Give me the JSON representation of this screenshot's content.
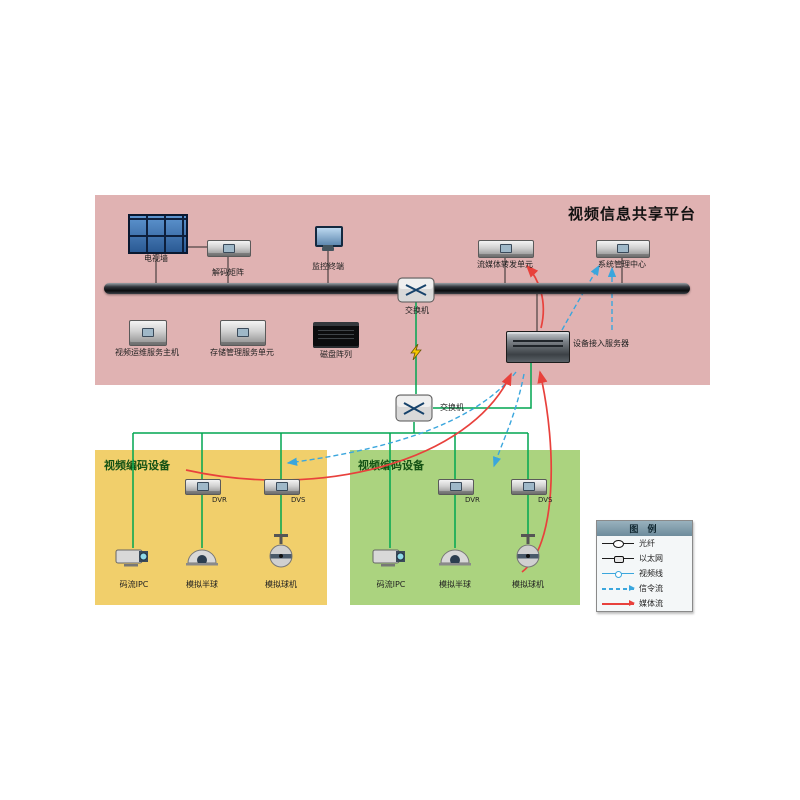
{
  "platform": {
    "title": "视频信息共享平台",
    "tv_wall": "电视墙",
    "decoder_matrix": "解码矩阵",
    "monitor_terminal": "监控终端",
    "stream_forward_unit": "流媒体转发单元",
    "system_mgmt_center": "系统管理中心",
    "switch_top": "交换机",
    "video_ops_host": "视频运维服务主机",
    "storage_mgmt_unit": "存储管理服务单元",
    "disk_array": "磁盘阵列",
    "device_access_server": "设备接入服务器"
  },
  "middle_switch": "交换机",
  "encoder_left": {
    "title": "视频编码设备",
    "dvr": "DVR",
    "dvs": "DVS",
    "ipc": "码流IPC",
    "dome": "模拟半球",
    "ball": "模拟球机"
  },
  "encoder_right": {
    "title": "视频编码设备",
    "dvr": "DVR",
    "dvs": "DVS",
    "ipc": "码流IPC",
    "dome": "模拟半球",
    "ball": "模拟球机"
  },
  "legend": {
    "title": "图 例",
    "items": [
      {
        "label": "光纤",
        "type": "fiber"
      },
      {
        "label": "以太网",
        "type": "ethernet"
      },
      {
        "label": "视频线",
        "type": "video"
      },
      {
        "label": "信令流",
        "type": "signal"
      },
      {
        "label": "媒体流",
        "type": "media"
      }
    ]
  },
  "colors": {
    "platform_bg": "#e0b2b2",
    "encoder_left_bg": "#f1cf6b",
    "encoder_right_bg": "#abd37f",
    "video_line": "#00a651",
    "signal_line": "#3aa6dd",
    "media_line": "#e8413c"
  }
}
